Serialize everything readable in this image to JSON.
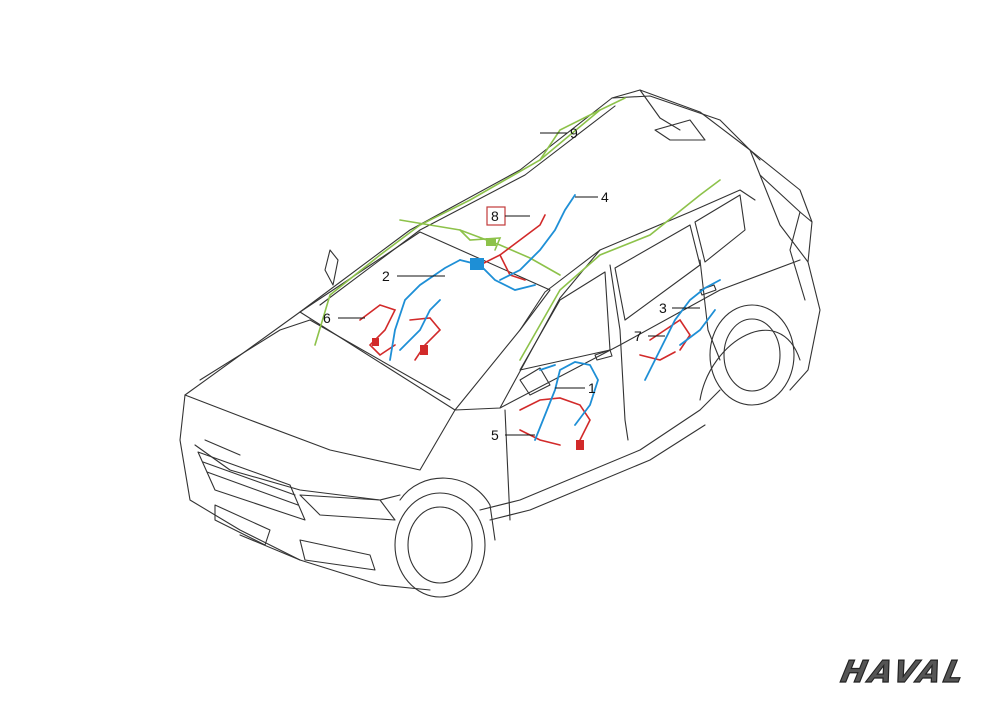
{
  "diagram": {
    "callouts": [
      {
        "id": "1",
        "label": "1"
      },
      {
        "id": "2",
        "label": "2"
      },
      {
        "id": "3",
        "label": "3"
      },
      {
        "id": "4",
        "label": "4"
      },
      {
        "id": "5",
        "label": "5"
      },
      {
        "id": "6",
        "label": "6"
      },
      {
        "id": "7",
        "label": "7"
      },
      {
        "id": "8",
        "label": "8"
      },
      {
        "id": "9",
        "label": "9"
      }
    ]
  },
  "brand": {
    "logo_text": "HAVAL"
  },
  "colors": {
    "outline": "#333333",
    "harness_blue": "#1e8fd6",
    "harness_red": "#d22a2a",
    "harness_green": "#8dc24a",
    "callout_box": "#c23a3a"
  }
}
